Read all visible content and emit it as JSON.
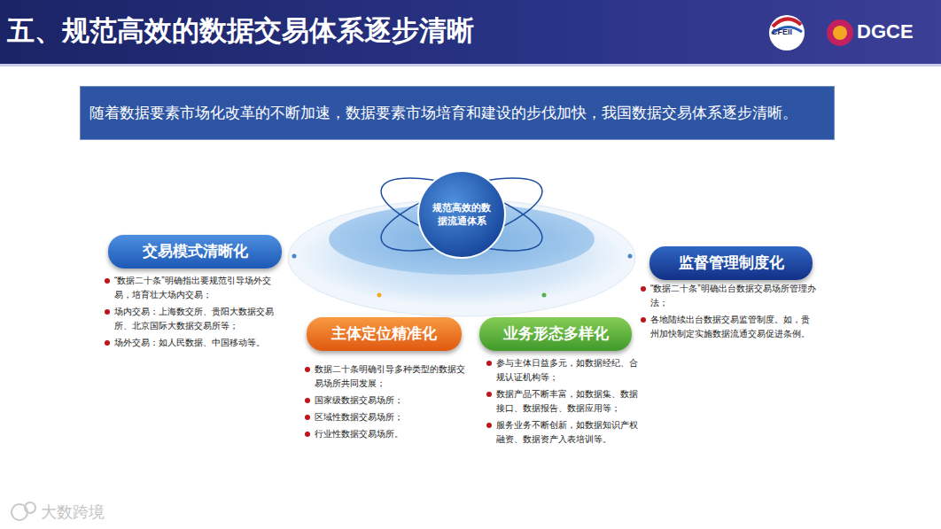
{
  "diagram": {
    "title": "五、规范高效的数据交易体系逐步清晰",
    "nodes": [
      {
        "text": [
          "随着数据要素市场化改革的不断加速，数据要素市场培育和建设的步伐加快，我国数据交易体系逐步清晰。"
        ]
      },
      {
        "text": [
          "规范高效的数据流通体系"
        ]
      },
      {
        "text": [
          "交易模式清晰化"
        ]
      },
      {
        "text": [
          "监督管理制度化"
        ]
      },
      {
        "text": [
          "主体定位精准化"
        ]
      },
      {
        "text": [
          "业务形态多样化"
        ]
      }
    ],
    "labels": [
      "CFEII",
      "DGCE",
      "“数据二十条”明确指出要规范引导场外交易，培育壮大场内交易；",
      "场内交易：上海数交所、贵阳大数据交易所、北京国际大数据交易所等；",
      "场外交易：如人民数据、中国移动等。",
      "“数据二十条”明确出台数据交易场所管理办法；",
      "各地陆续出台数据交易监管制度。如，贵州加快制定实施数据流通交易促进条例。",
      "数据二十条明确引导多种类型的数据交易场所共同发展；",
      "国家级数据交易场所；",
      "区域性数据交易场所；",
      "行业性数据交易场所。",
      "参与主体日益多元，如数据经纪、合规认证机构等；",
      "数据产品不断丰富，如数据集、数据接口、数据报告、数据应用等；",
      "服务业务不断创新，如数据知识产权融资、数据资产入表培训等。",
      "大数跨境"
    ]
  }
}
